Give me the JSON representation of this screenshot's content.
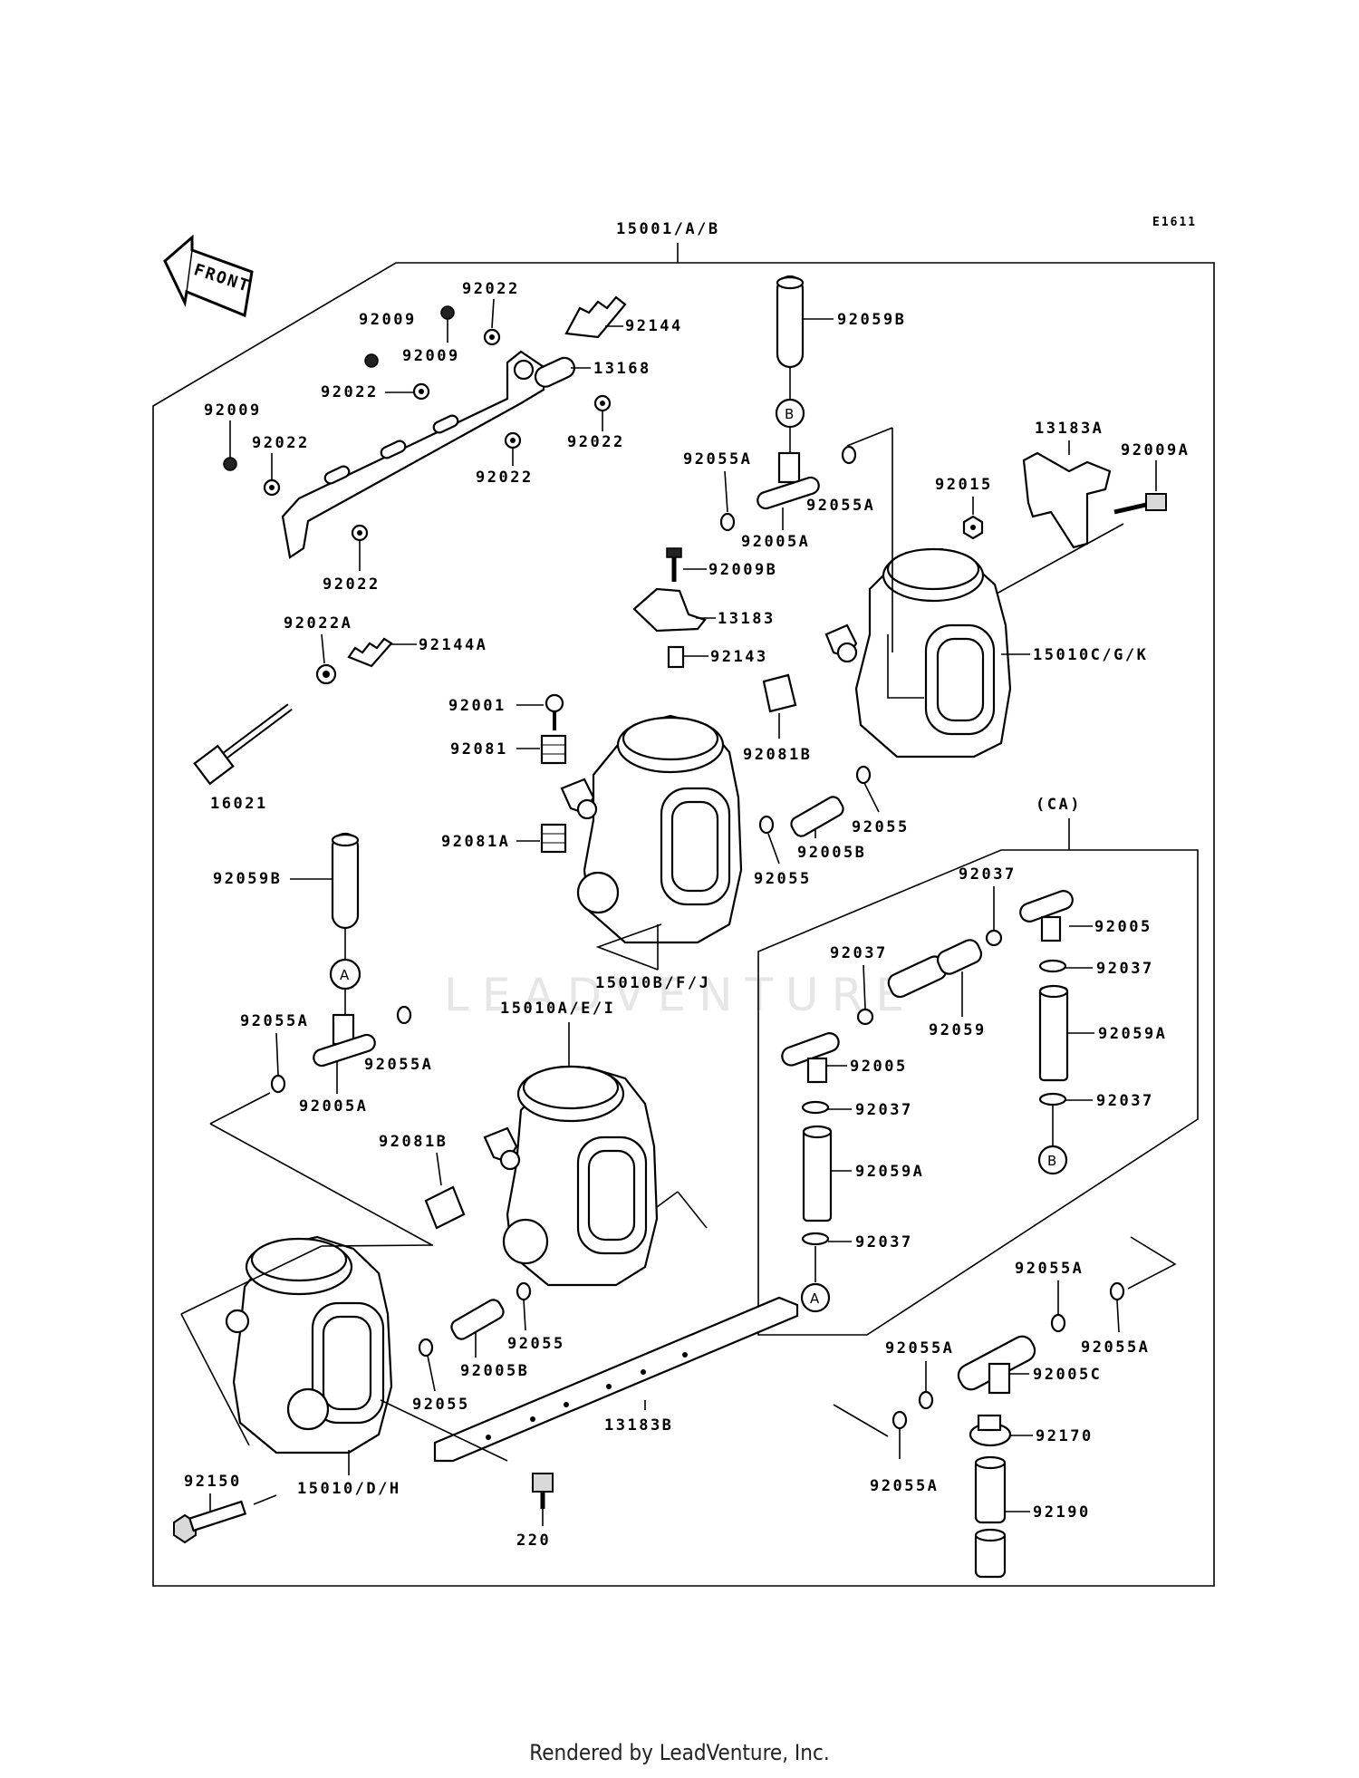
{
  "diagram_code": "E1611",
  "front_label": "FRONT",
  "watermark": "LEADVENTURE",
  "footer": "Rendered by LeadVenture, Inc.",
  "callouts": {
    "c_15001": "15001/A/B",
    "c_92022_top": "92022",
    "c_92009_a": "92009",
    "c_92009_b": "92009",
    "c_92144": "92144",
    "c_13168": "13168",
    "c_92022_b": "92022",
    "c_92022_c": "92022",
    "c_92009_c": "92009",
    "c_92022_d": "92022",
    "c_92022_e": "92022",
    "c_92022_f": "92022",
    "c_92059B_top": "92059B",
    "c_13183A": "13183A",
    "c_92009A": "92009A",
    "c_92055A_1": "92055A",
    "c_92055A_2": "92055A",
    "c_92005A_1": "92005A",
    "c_92015": "92015",
    "c_92009B": "92009B",
    "c_13183": "13183",
    "c_92143": "92143",
    "c_15010CGK": "15010C/G/K",
    "c_92022A": "92022A",
    "c_92144A": "92144A",
    "c_92001": "92001",
    "c_92081": "92081",
    "c_92081B_1": "92081B",
    "c_92055_1": "92055",
    "c_92005B_1": "92005B",
    "c_92055_2": "92055",
    "c_16021": "16021",
    "c_92081A": "92081A",
    "c_CA": "(CA)",
    "c_92059B_left": "92059B",
    "c_15010BFJ": "15010B/F/J",
    "c_92037_1": "92037",
    "c_92005_1": "92005",
    "c_92037_2": "92037",
    "c_92037_3": "92037",
    "c_92059": "92059",
    "c_92059A_1": "92059A",
    "c_92005_2": "92005",
    "c_92037_4": "92037",
    "c_92037_5": "92037",
    "c_92059A_2": "92059A",
    "c_92037_6": "92037",
    "c_92055A_3": "92055A",
    "c_92055A_4": "92055A",
    "c_92005A_2": "92005A",
    "c_15010AEI": "15010A/E/I",
    "c_92081B_2": "92081B",
    "c_92055_3": "92055",
    "c_92005B_2": "92005B",
    "c_92055_4": "92055",
    "c_92055A_5": "92055A",
    "c_92055A_6": "92055A",
    "c_92055A_7": "92055A",
    "c_92005C": "92005C",
    "c_92170": "92170",
    "c_92055A_8": "92055A",
    "c_92190": "92190",
    "c_13183B": "13183B",
    "c_92150": "92150",
    "c_15010DH": "15010/D/H",
    "c_220": "220"
  },
  "markers": {
    "m_B_top": "B",
    "m_A_left": "A",
    "m_B_ca": "B",
    "m_A_ca": "A"
  }
}
